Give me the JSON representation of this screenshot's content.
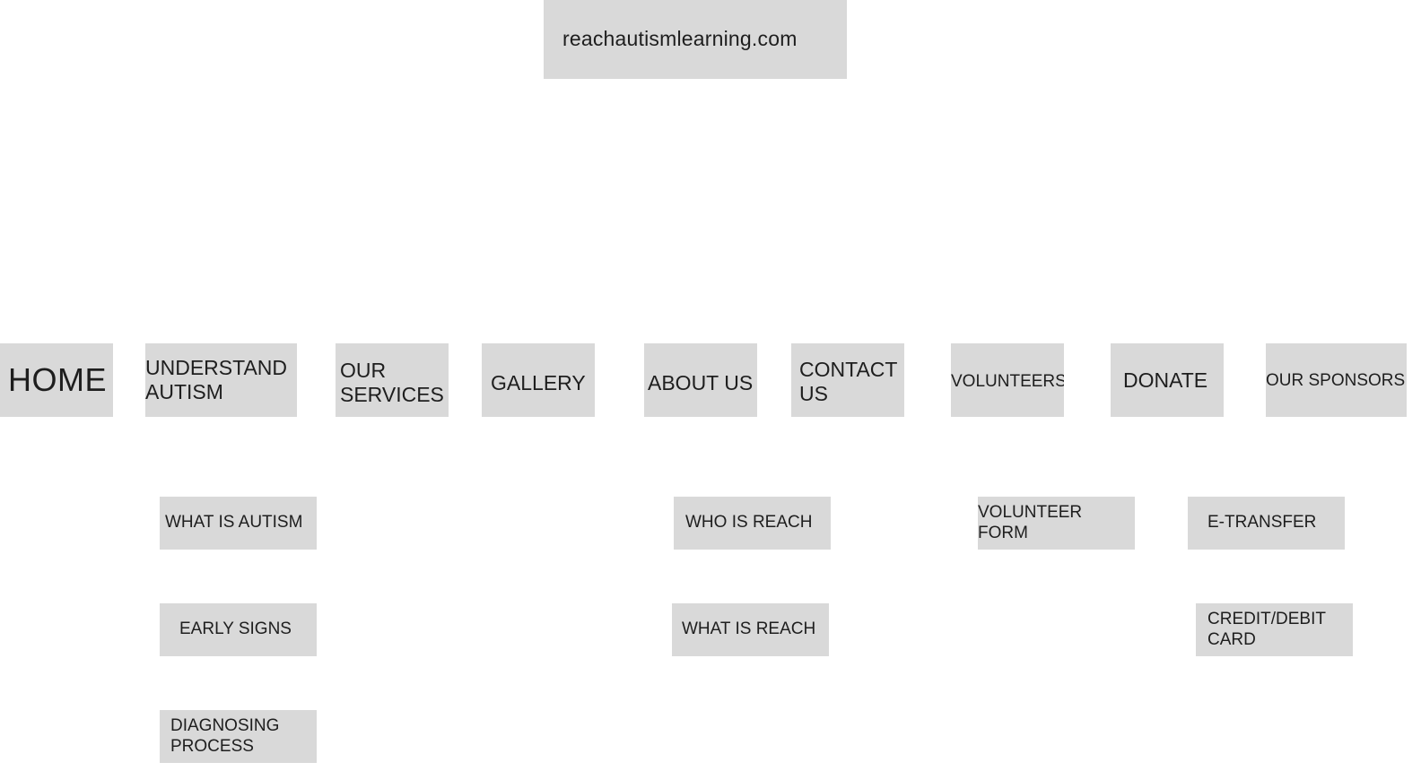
{
  "root": {
    "label": "reachautismlearning.com"
  },
  "nav": {
    "home": "HOME",
    "understand_autism": "UNDERSTAND\nAUTISM",
    "our_services": "OUR\nSERVICES",
    "gallery": "GALLERY",
    "about_us": "ABOUT US",
    "contact_us": "CONTACT\nUS",
    "volunteers": "VOLUNTEERS",
    "donate": "DONATE",
    "our_sponsors": "OUR SPONSORS"
  },
  "sub": {
    "what_is_autism": "WHAT IS AUTISM",
    "early_signs": "EARLY SIGNS",
    "diagnosing_process": "DIAGNOSING\nPROCESS",
    "who_is_reach": "WHO IS REACH",
    "what_is_reach": "WHAT IS REACH",
    "volunteer_form": "VOLUNTEER\nFORM",
    "e_transfer": "E-TRANSFER",
    "credit_debit_card": "CREDIT/DEBIT\nCARD"
  },
  "colors": {
    "node_fill": "#d9d9d9",
    "text": "#1e1e1e",
    "background": "#ffffff"
  }
}
